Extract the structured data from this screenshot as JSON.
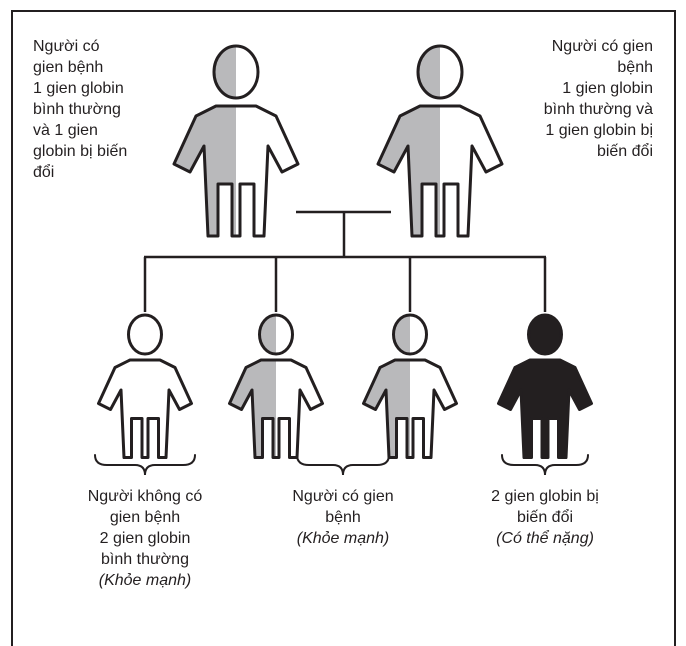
{
  "parents": {
    "left": {
      "lines": [
        "Người có",
        "gien bệnh",
        "1 gien globin",
        "bình thường",
        "và 1 gien",
        "globin bị biến",
        "đổi"
      ]
    },
    "right": {
      "lines": [
        "Người có gien",
        "bệnh",
        "1 gien globin",
        "bình thường và",
        "1 gien globin bị",
        "biến đổi"
      ]
    }
  },
  "children": {
    "normal": {
      "lines": [
        "Người không có",
        "gien bệnh",
        "2 gien globin",
        "bình thường"
      ],
      "note": "(Khỏe mạnh)"
    },
    "carrier": {
      "lines": [
        "Người có gien",
        "bệnh"
      ],
      "note": "(Khỏe mạnh)"
    },
    "affected": {
      "lines": [
        "2 gien globin bị",
        "biến đổi"
      ],
      "note": "(Có thể nặng)"
    }
  },
  "colors": {
    "outline": "#231f20",
    "carrier_fill": "#b9b9bb",
    "affected_fill": "#231f20",
    "normal_fill": "#ffffff"
  }
}
